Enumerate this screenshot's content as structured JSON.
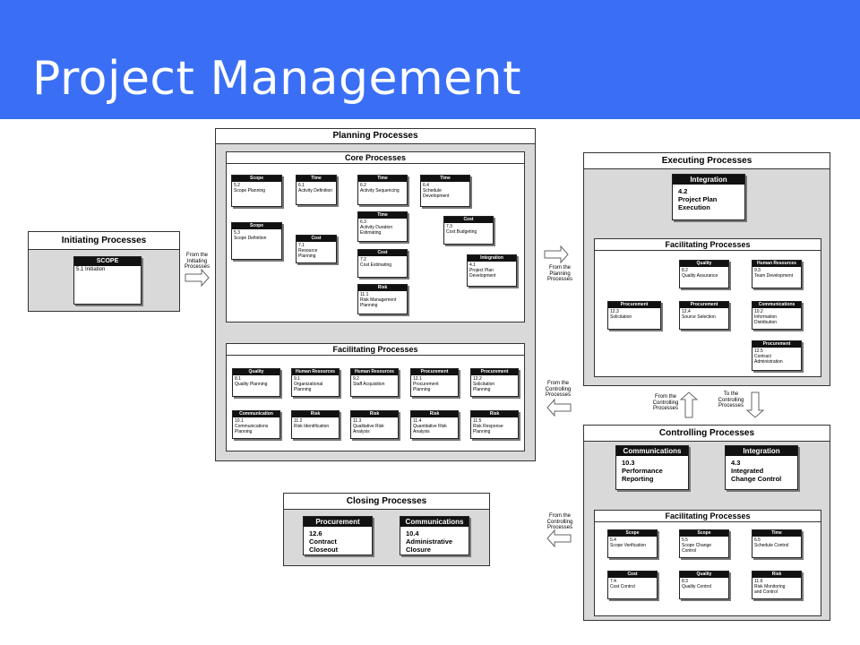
{
  "slide": {
    "title": "Project Management"
  },
  "initiating": {
    "title": "Initiating Processes",
    "box": {
      "header": "SCOPE",
      "body": "5.1 Initiation"
    }
  },
  "planning": {
    "title": "Planning Processes",
    "core_title": "Core Processes",
    "core": [
      {
        "header": "Scope",
        "body": "5.2\nScope Planning"
      },
      {
        "header": "Time",
        "body": "6.1\nActivity Definition"
      },
      {
        "header": "Time",
        "body": "6.2\nActivity Sequencing"
      },
      {
        "header": "Time",
        "body": "6.4\nSchedule\nDevelopment"
      },
      {
        "header": "Scope",
        "body": "5.3\nScope Definition"
      },
      {
        "header": "Time",
        "body": "6.3\nActivity Duration\nEstimating"
      },
      {
        "header": "Cost",
        "body": "7.1\nResource Planning"
      },
      {
        "header": "Cost",
        "body": "7.3\nCost Budgeting"
      },
      {
        "header": "Cost",
        "body": "7.2\nCost Estimating"
      },
      {
        "header": "Integration",
        "body": "4.1\nProject Plan\nDevelopment"
      },
      {
        "header": "Risk",
        "body": "11.1\nRisk Management\nPlanning"
      }
    ],
    "facilitating_title": "Facilitating Processes",
    "facilitating": [
      {
        "header": "Quality",
        "body": "8.1\nQuality Planning"
      },
      {
        "header": "Human Resources",
        "body": "9.1\nOrganizational\nPlanning"
      },
      {
        "header": "Human Resources",
        "body": "9.2\nStaff Acquisition"
      },
      {
        "header": "Procurement",
        "body": "12.1\nProcurement\nPlanning"
      },
      {
        "header": "Procurement",
        "body": "12.2\nSolicitation\nPlanning"
      },
      {
        "header": "Communication",
        "body": "10.1\nCommunications\nPlanning"
      },
      {
        "header": "Risk",
        "body": "11.2\nRisk Identification"
      },
      {
        "header": "Risk",
        "body": "11.3\nQualitative Risk\nAnalysis"
      },
      {
        "header": "Risk",
        "body": "11.4\nQuantitative Risk\nAnalysis"
      },
      {
        "header": "Risk",
        "body": "11.5\nRisk Response\nPlanning"
      }
    ]
  },
  "executing": {
    "title": "Executing Processes",
    "integration": {
      "header": "Integration",
      "body": "4.2\nProject Plan\nExecution"
    },
    "facilitating_title": "Facilitating Processes",
    "facilitating": [
      {
        "header": "Quality",
        "body": "8.2\nQuality Assurance"
      },
      {
        "header": "Human Resources",
        "body": "9.3\nTeam Development"
      },
      {
        "header": "Procurement",
        "body": "12.3\nSolicitation"
      },
      {
        "header": "Procurement",
        "body": "12.4\nSource Selection"
      },
      {
        "header": "Communications",
        "body": "10.2\nInformation\nDistribution"
      },
      {
        "header": "Procurement",
        "body": "12.5\nContract\nAdministration"
      }
    ]
  },
  "controlling": {
    "title": "Controlling Processes",
    "core": [
      {
        "header": "Communications",
        "body": "10.3\nPerformance\nReporting"
      },
      {
        "header": "Integration",
        "body": "4.3\nIntegrated\nChange Control"
      }
    ],
    "facilitating_title": "Facilitating Processes",
    "facilitating": [
      {
        "header": "Scope",
        "body": "5.4\nScope Verification"
      },
      {
        "header": "Scope",
        "body": "5.5\nScope Change\nControl"
      },
      {
        "header": "Time",
        "body": "6.5\nSchedule Control"
      },
      {
        "header": "Cost",
        "body": "7.4\nCost Control"
      },
      {
        "header": "Quality",
        "body": "8.3\nQuality Control"
      },
      {
        "header": "Risk",
        "body": "11.6\nRisk Monitoring\nand Control"
      }
    ]
  },
  "closing": {
    "title": "Closing Processes",
    "boxes": [
      {
        "header": "Procurement",
        "body": "12.6\nContract Closeout"
      },
      {
        "header": "Communications",
        "body": "10.4\nAdministrative\nClosure"
      }
    ]
  },
  "flow_labels": {
    "from_initiating": "From the\nInitiating\nProcesses",
    "from_planning": "From the\nPlanning\nProcesses",
    "from_controlling_planning": "From the\nControlling\nProcesses",
    "from_controlling_exec": "From the\nControlling\nProcesses",
    "to_controlling": "To the\nControlling\nProcesses",
    "from_controlling_closing": "From the\nControlling\nProcesses"
  }
}
